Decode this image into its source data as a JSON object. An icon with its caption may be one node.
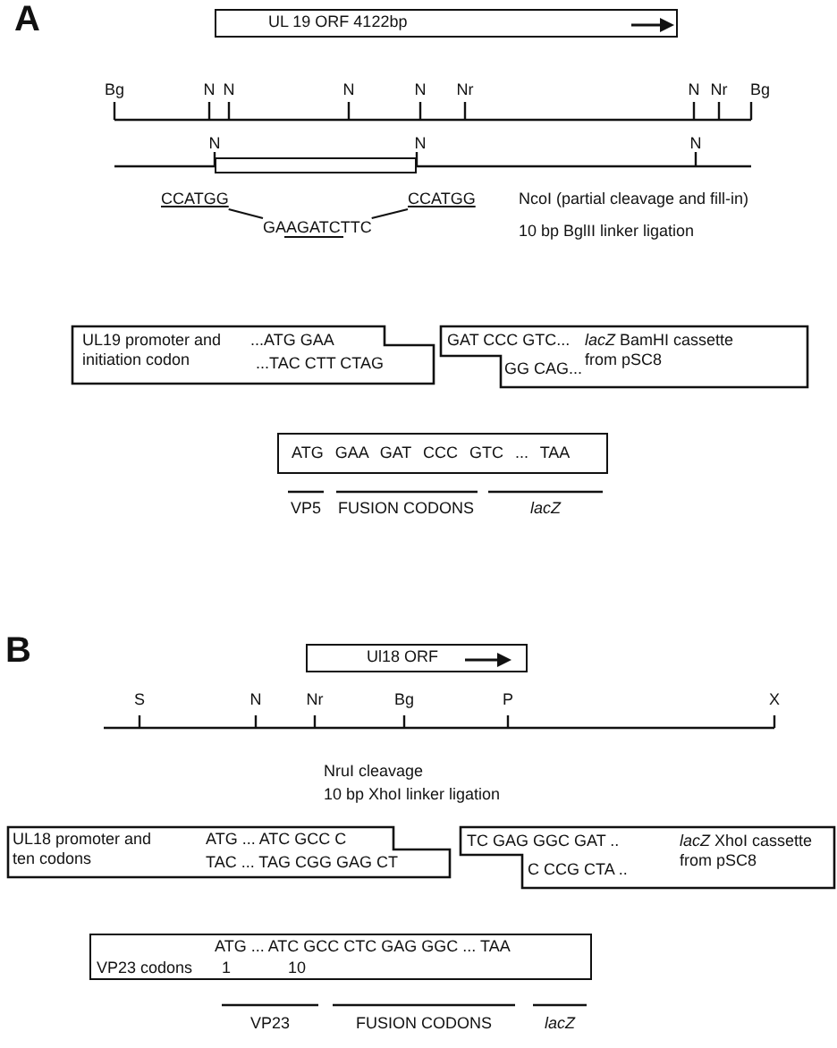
{
  "diagram": {
    "nodes": [
      {
        "text": [
          "UL 19 ORF 4122bp"
        ]
      },
      {
        "text": [],
        "shape": "box"
      },
      {
        "text": [
          "CCATGG"
        ]
      },
      {
        "text": [
          "CCATGG"
        ]
      },
      {
        "text": [
          "GAAGATCTTC"
        ]
      },
      {
        "text": [
          "UL19 promoter and initiation codon",
          "...ATG GAA",
          "...TAC CTT CTAG"
        ]
      },
      {
        "text": [
          "GAT CCC GTC...",
          "GG CAG...",
          "*lacZ* BamHI cassette from pSC8"
        ]
      },
      {
        "text": [
          "ATG GAA GAT CCC GTC ... TAA"
        ]
      },
      {
        "text": [
          "Ul18 ORF"
        ]
      },
      {
        "text": [
          "UL18 promoter and ten codons",
          "ATG ... ATC GCC C",
          "TAC ... TAG CGG GAG CT"
        ]
      },
      {
        "text": [
          "TC GAG GGC GAT ..",
          "C CCG CTA ..",
          "*lacZ* XhoI cassette from pSC8"
        ]
      },
      {
        "text": [
          "ATG ... ATC GCC CTC GAG GGC ... TAA",
          "VP23 codons",
          "1",
          "10"
        ]
      }
    ],
    "edges": [
      {
        "from": 2,
        "to": 4,
        "arrow": "none"
      },
      {
        "from": 4,
        "to": 3,
        "arrow": "none"
      }
    ],
    "labels": [
      "A",
      "Bg",
      "N",
      "N",
      "N",
      "N",
      "Nr",
      "N",
      "Nr",
      "Bg",
      "N",
      "N",
      "N",
      "NcoI (partial cleavage and fill-in)",
      "10 bp BglII linker ligation",
      "VP5",
      "FUSION CODONS",
      "lacZ",
      "B",
      "S",
      "N",
      "Nr",
      "Bg",
      "P",
      "X",
      "NruI cleavage",
      "10 bp XhoI linker ligation",
      "VP23",
      "FUSION CODONS",
      "lacZ"
    ]
  }
}
